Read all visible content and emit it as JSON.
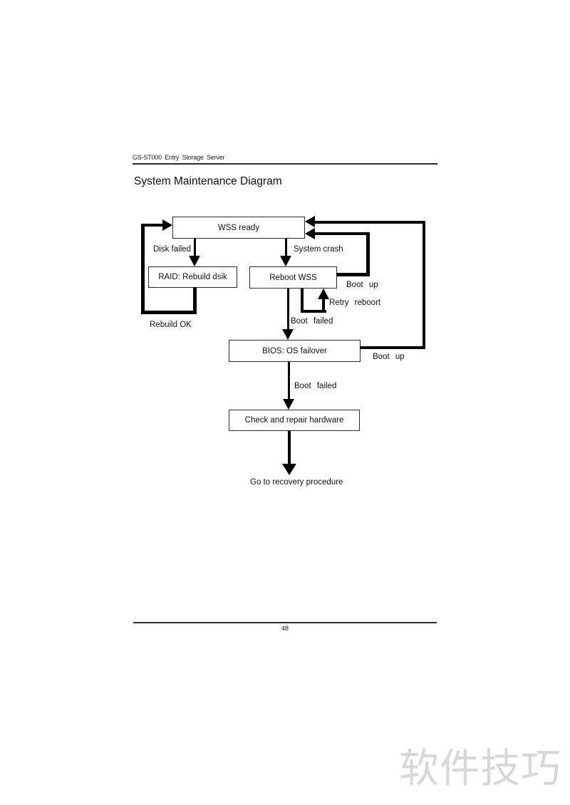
{
  "page": {
    "header": "GS-ST000 Entry Storage Server",
    "title": "System Maintenance Diagram",
    "page_number": "48",
    "watermark": "软件技巧"
  },
  "diagram": {
    "nodes": {
      "wss_ready": "WSS ready",
      "raid_rebuild": "RAID: Rebuild dsik",
      "reboot_wss": "Reboot WSS",
      "bios_failover": "BIOS: OS failover",
      "check_repair": "Check and repair hardware",
      "recovery": "Go to recovery procedure"
    },
    "labels": {
      "disk_failed": "Disk failed",
      "system_crash": "System crash",
      "boot_up_reboot": "Boot up",
      "retry_reboort": "Retry reboort",
      "boot_failed_reboot": "Boot failed",
      "boot_up_bios": "Boot up",
      "boot_failed_bios": "Boot failed",
      "rebuild_ok": "Rebuild OK"
    },
    "colors": {
      "line": "#000000",
      "box_border": "#2b2b2b",
      "text": "#111111",
      "watermark": "#d7d7d7"
    }
  }
}
